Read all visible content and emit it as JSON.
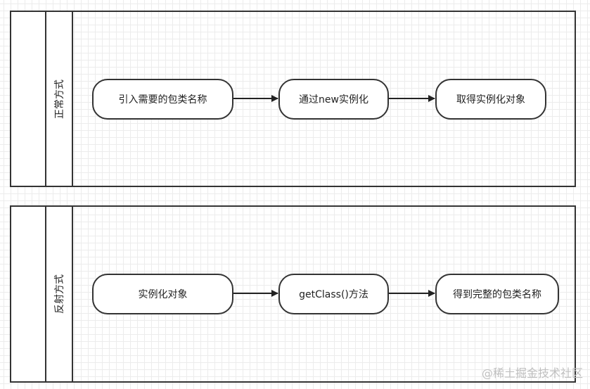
{
  "lanes": [
    {
      "title": "正常方式",
      "nodes": [
        "引入需要的包类名称",
        "通过new实例化",
        "取得实例化对象"
      ]
    },
    {
      "title": "反射方式",
      "nodes": [
        "实例化对象",
        "getClass()方法",
        "得到完整的包类名称"
      ]
    }
  ],
  "watermark": "@稀土掘金技术社区",
  "colors": {
    "stroke": "#333333",
    "grid": "#ececec",
    "watermark": "#bfbfbf"
  }
}
